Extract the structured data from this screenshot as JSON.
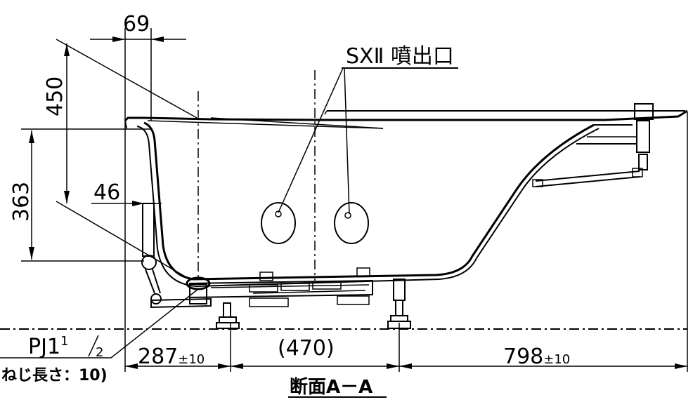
{
  "drawing": {
    "dimensions": {
      "top_width": "69",
      "height_450": "450",
      "height_363": "363",
      "offset_46": "46",
      "left_base": "287",
      "left_tol": "±10",
      "middle_span": "(470)",
      "right_base": "798",
      "right_tol": "±10"
    },
    "labels": {
      "nozzle": "SXⅡ 噴出口",
      "pipe_main": "PJ1",
      "pipe_fraction_num": "1",
      "pipe_fraction_den": "2",
      "thread_length": "ねじ長さ：10)",
      "section_title": "断面A－A"
    }
  }
}
